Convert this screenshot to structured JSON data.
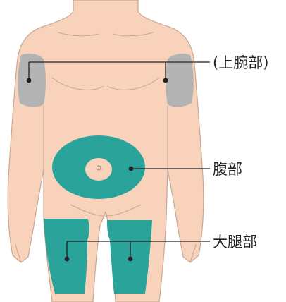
{
  "diagram": {
    "labels": {
      "upper_arm": "(上腕部)",
      "abdomen": "腹部",
      "thigh": "大腿部"
    },
    "colors": {
      "skin": "#f8d2bb",
      "skin_outline": "#c9a793",
      "arm_region": "#b3b3b3",
      "injection_region": "#2aa49a",
      "leader_line": "#231f20",
      "label_text": "#231f20"
    },
    "regions": [
      {
        "key": "upper_arm",
        "count": 2,
        "color_key": "arm_region"
      },
      {
        "key": "abdomen",
        "count": 1,
        "color_key": "injection_region",
        "excluded_center": "navel"
      },
      {
        "key": "thigh",
        "count": 2,
        "color_key": "injection_region"
      }
    ]
  }
}
